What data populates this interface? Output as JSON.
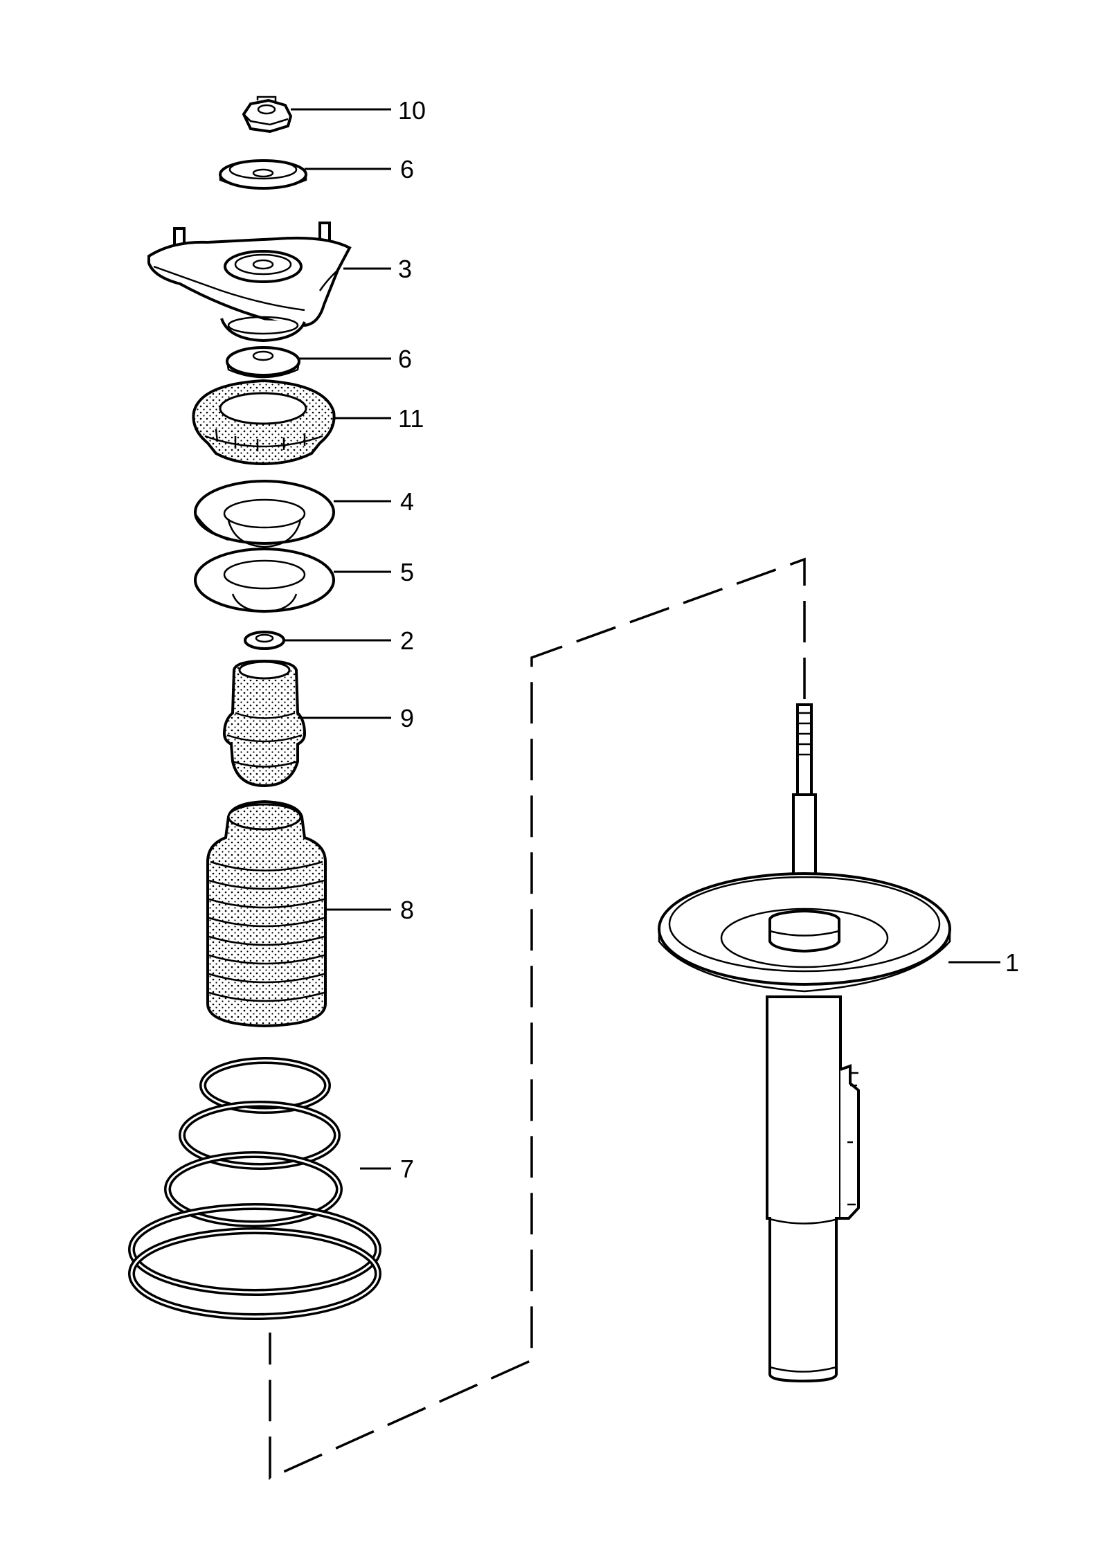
{
  "callouts": [
    {
      "id": "nut",
      "label": "10"
    },
    {
      "id": "washer-top",
      "label": "6"
    },
    {
      "id": "strut-mount",
      "label": "3"
    },
    {
      "id": "washer-mid",
      "label": "6"
    },
    {
      "id": "rubber-mount",
      "label": "11"
    },
    {
      "id": "spring-plate-upper",
      "label": "4"
    },
    {
      "id": "spring-plate-lower",
      "label": "5"
    },
    {
      "id": "small-washer",
      "label": "2"
    },
    {
      "id": "bump-stop",
      "label": "9"
    },
    {
      "id": "dust-boot",
      "label": "8"
    },
    {
      "id": "coil-spring",
      "label": "7"
    },
    {
      "id": "shock-absorber",
      "label": "1"
    }
  ]
}
